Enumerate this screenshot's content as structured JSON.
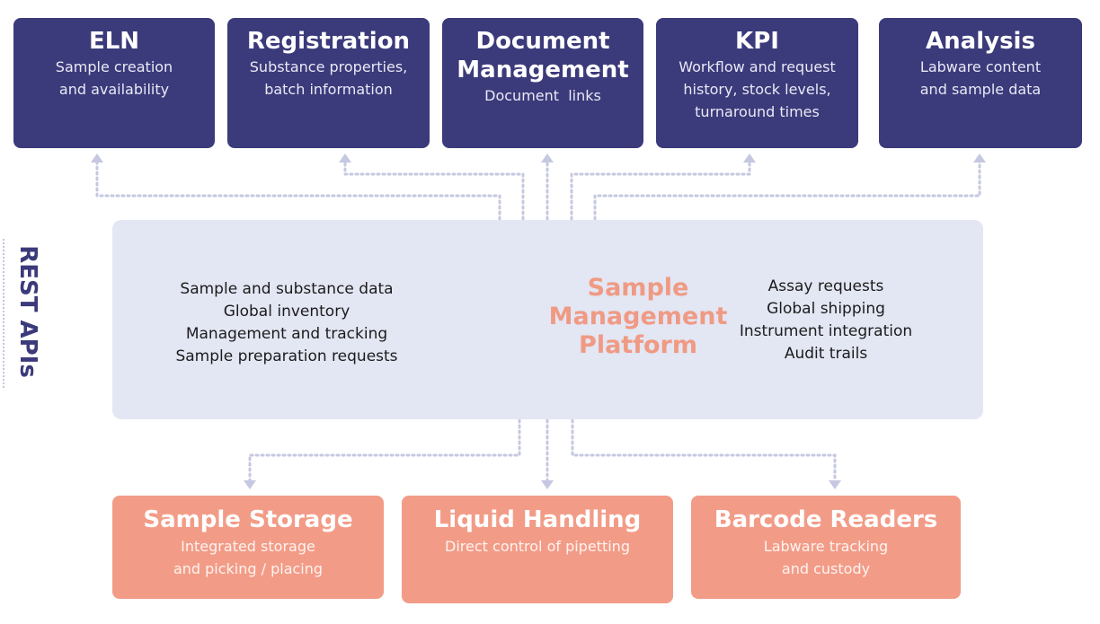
{
  "top_boxes": [
    {
      "title": "ELN",
      "lines": [
        "Sample creation",
        "and availability"
      ]
    },
    {
      "title": "Registration",
      "lines": [
        "Substance properties,",
        "batch information"
      ]
    },
    {
      "title_lines": [
        "Document",
        "Management"
      ],
      "lines": [
        "Document  links"
      ]
    },
    {
      "title": "KPI",
      "lines": [
        "Workflow and request",
        "history, stock levels,",
        "turnaround times"
      ]
    },
    {
      "title": "Analysis",
      "lines": [
        "Labware content",
        "and sample data"
      ]
    }
  ],
  "platform": {
    "title_lines": [
      "Sample",
      "Management",
      "Platform"
    ],
    "left_items": [
      "Sample and substance data",
      "Global inventory",
      "Management and tracking",
      "Sample preparation requests"
    ],
    "right_items": [
      "Assay requests",
      "Global shipping",
      "Instrument integration",
      "Audit trails"
    ]
  },
  "bottom_boxes": [
    {
      "title": "Sample Storage",
      "lines": [
        "Integrated storage",
        "and picking / placing"
      ]
    },
    {
      "title": "Liquid Handling",
      "lines": [
        "Direct control of pipetting"
      ]
    },
    {
      "title": "Barcode Readers",
      "lines": [
        "Labware tracking",
        "and custody"
      ]
    }
  ],
  "side_label": "REST APIs",
  "colors": {
    "top_box": "#3b3a7a",
    "bottom_box": "#f29c88",
    "platform_bg": "#e3e6f3",
    "platform_title": "#f09a84",
    "connector": "#c3c6de"
  }
}
